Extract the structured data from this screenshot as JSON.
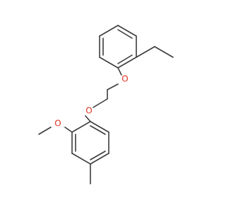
{
  "molecule": {
    "atom_labels": {
      "o1": "O",
      "o2": "O",
      "o3": "O"
    },
    "colors": {
      "bond": "#3c3c3c",
      "oxygen": "#e0311f",
      "background": "#ffffff"
    }
  }
}
